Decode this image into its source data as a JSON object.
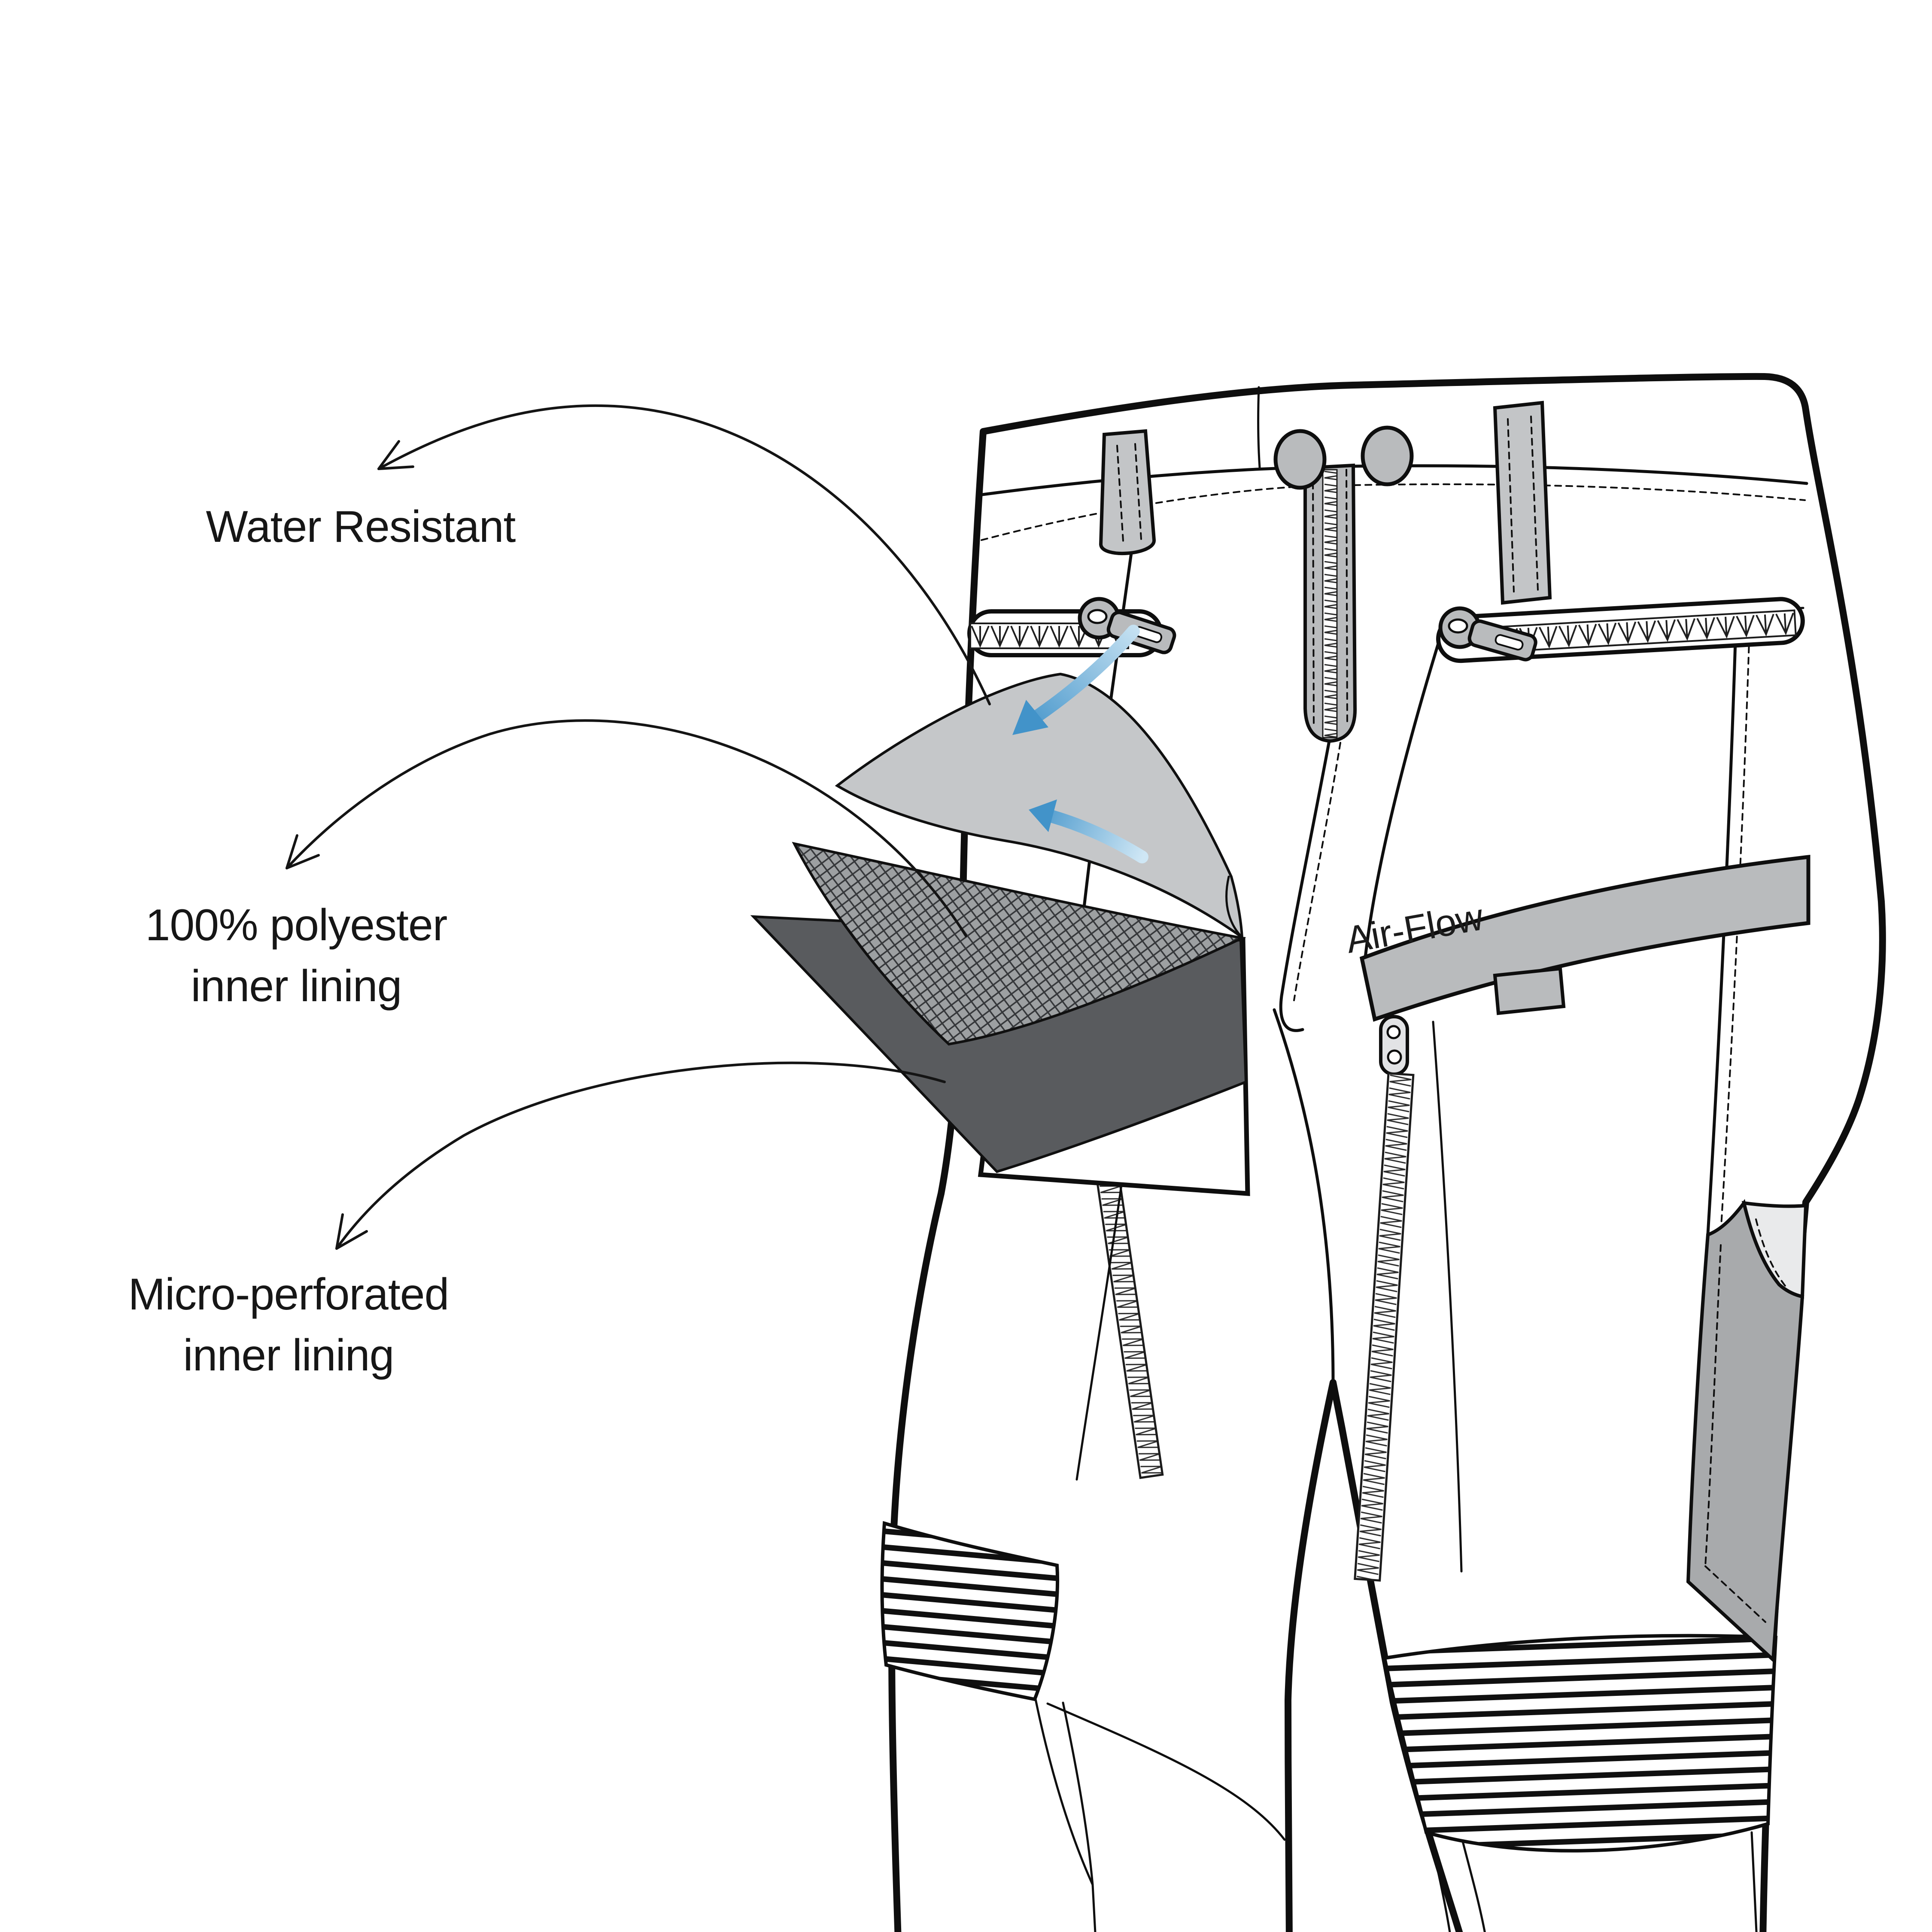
{
  "diagram": {
    "title": "pants-technical-flat-with-lining-callouts",
    "callouts": {
      "water_resistant": {
        "label": "Water Resistant"
      },
      "polyester": {
        "line1": "100% polyester",
        "line2": "inner lining"
      },
      "micro_perforated": {
        "line1": "Micro-perforated",
        "line2": "inner lining"
      }
    },
    "garment": {
      "airflow_label": "Air-Flow"
    },
    "colors": {
      "background": "#ffffff",
      "line": "#0e0e0e",
      "text": "#161616",
      "accent_gray": "#b9bbbd",
      "loop_gray": "#c3c5c7",
      "slider_gray": "#e2e3e5",
      "light_gray_fabric": "#c5c7c9",
      "mesh_fabric": "#9da0a2",
      "dark_fabric": "#595b5e",
      "side_panel": "#a8aaac",
      "side_panel_pocket": "#e9eaeb",
      "arrow_blue": "#4293c9",
      "arrow_blue_light": "#b8dcf0"
    }
  }
}
